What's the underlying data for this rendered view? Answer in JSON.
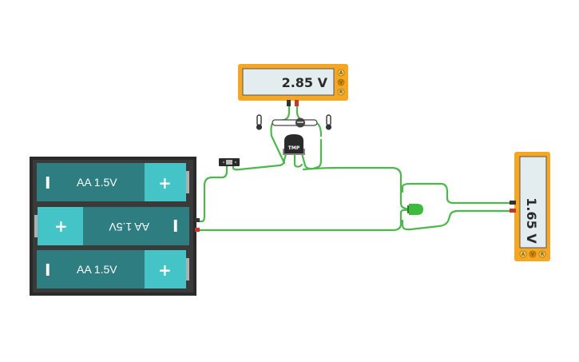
{
  "circuit": {
    "battery_pack": {
      "cells": [
        {
          "label": "AA 1.5V",
          "orientation": "normal"
        },
        {
          "label": "AA 1.5V",
          "orientation": "flipped"
        },
        {
          "label": "AA 1.5V",
          "orientation": "normal"
        }
      ],
      "minus_sign": "I",
      "plus_sign": "+"
    },
    "meter_top": {
      "reading": "2.85 V",
      "buttons": [
        "A",
        "V",
        "R"
      ]
    },
    "meter_right": {
      "reading": "1.65 V",
      "buttons": [
        "A",
        "V",
        "R"
      ]
    },
    "temp_sensor": {
      "label": "TMP"
    },
    "colors": {
      "wire": "#4cb84c",
      "meter_frame": "#f5a623",
      "battery_body": "#2e7d80",
      "battery_plus_end": "#45c4c8",
      "led": "#3dbb3d"
    }
  }
}
